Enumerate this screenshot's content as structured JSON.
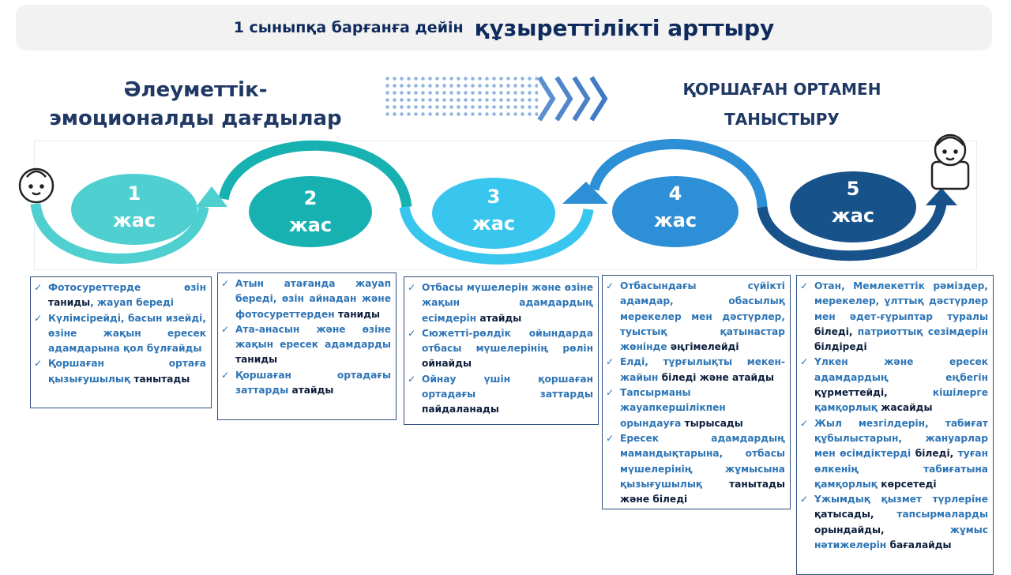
{
  "title": {
    "part1": "1 сыныпқа барғанға дейін",
    "part2": "құзыреттілікті арттыру"
  },
  "left_heading": "Әлеуметтік-эмоционалды дағдылар",
  "right_heading": "ҚОРШАҒАН ОРТАМЕН ТАНЫСТЫРУ",
  "colors": {
    "age1": "#4fcfcf",
    "age2": "#17b1b1",
    "age3": "#38c6ee",
    "age4": "#2d8fd5",
    "age5": "#17528a",
    "text_blue": "#2e75b6",
    "text_dark": "#0d1f3c"
  },
  "ages": [
    {
      "num": "1",
      "unit": "жас"
    },
    {
      "num": "2",
      "unit": "жас"
    },
    {
      "num": "3",
      "unit": "жас"
    },
    {
      "num": "4",
      "unit": "жас"
    },
    {
      "num": "5",
      "unit": "жас"
    }
  ],
  "boxes": [
    {
      "items": [
        [
          [
            "Фотосуреттерде өзін ",
            0
          ],
          [
            "таниды",
            1
          ],
          [
            ", жауап береді",
            0
          ]
        ],
        [
          [
            "Күлімсірейді, басын изейді, өзіне жақын ересек адамдарына қол бұлғайды",
            0
          ]
        ],
        [
          [
            "Қоршаған ортаға қызығушылық ",
            0
          ],
          [
            "танытады",
            1
          ]
        ]
      ]
    },
    {
      "items": [
        [
          [
            "Атын атағанда жауап береді, өзін айнадан және фотосуреттерден ",
            0
          ],
          [
            "таниды",
            1
          ]
        ],
        [
          [
            "Ата-анасын және өзіне жақын ересек адамдарды ",
            0
          ],
          [
            "таниды",
            1
          ]
        ],
        [
          [
            "Қоршаған ортадағы заттарды ",
            0
          ],
          [
            "атайды",
            1
          ]
        ]
      ]
    },
    {
      "items": [
        [
          [
            "Отбасы мүшелерін және өзіне жақын адамдардың есімдерін ",
            0
          ],
          [
            "атайды",
            1
          ]
        ],
        [
          [
            "Сюжетті-рөлдік ойындарда отбасы мүшелерінің рөлін ",
            0
          ],
          [
            "ойнайды",
            1
          ]
        ],
        [
          [
            "Ойнау үшін қоршаған ортадағы заттарды ",
            0
          ],
          [
            "пайдаланады",
            1
          ]
        ]
      ]
    },
    {
      "items": [
        [
          [
            "Отбасындағы сүйікті адамдар, обасылық мерекелер мен дәстүрлер, туыстық қатынастар жөнінде ",
            0
          ],
          [
            "әңгімелейді",
            1
          ]
        ],
        [
          [
            "Елді, тұрғылықты мекен-жайын ",
            0
          ],
          [
            "біледі және атайды",
            1
          ]
        ],
        [
          [
            "Тапсырманы жауапкершілікпен орындауға ",
            0
          ],
          [
            "тырысады",
            1
          ]
        ],
        [
          [
            "Ересек адамдардың мамандықтарына, отбасы мүшелерінің жұмысына қызығушылық ",
            0
          ],
          [
            "танытады және біледі",
            1
          ]
        ]
      ]
    },
    {
      "items": [
        [
          [
            "Отан, Мемлекеттік рәміздер, мерекелер, ұлттық дәстүрлер мен әдет-ғұрыптар туралы ",
            0
          ],
          [
            "біледі,",
            1
          ],
          [
            " патриоттық сезімдерін ",
            0
          ],
          [
            "білдіреді",
            1
          ]
        ],
        [
          [
            "Үлкен және ересек адамдардың еңбегін ",
            0
          ],
          [
            "құрметтейді,",
            1
          ],
          [
            " кішілерге қамқорлық ",
            0
          ],
          [
            "жасайды",
            1
          ]
        ],
        [
          [
            "Жыл мезгілдерін, табиғат құбылыстарын, жануарлар мен өсімдіктерді ",
            0
          ],
          [
            "біледі,",
            1
          ],
          [
            " туған өлкенің табиғатына қамқорлық ",
            0
          ],
          [
            "көрсетеді",
            1
          ]
        ],
        [
          [
            "Ұжымдық қызмет түрлеріне ",
            0
          ],
          [
            "қатысады,",
            1
          ],
          [
            " тапсырмаларды ",
            0
          ],
          [
            "орындайды,",
            1
          ],
          [
            " жұмыс нәтижелерін ",
            0
          ],
          [
            "бағалайды",
            1
          ]
        ]
      ]
    }
  ]
}
